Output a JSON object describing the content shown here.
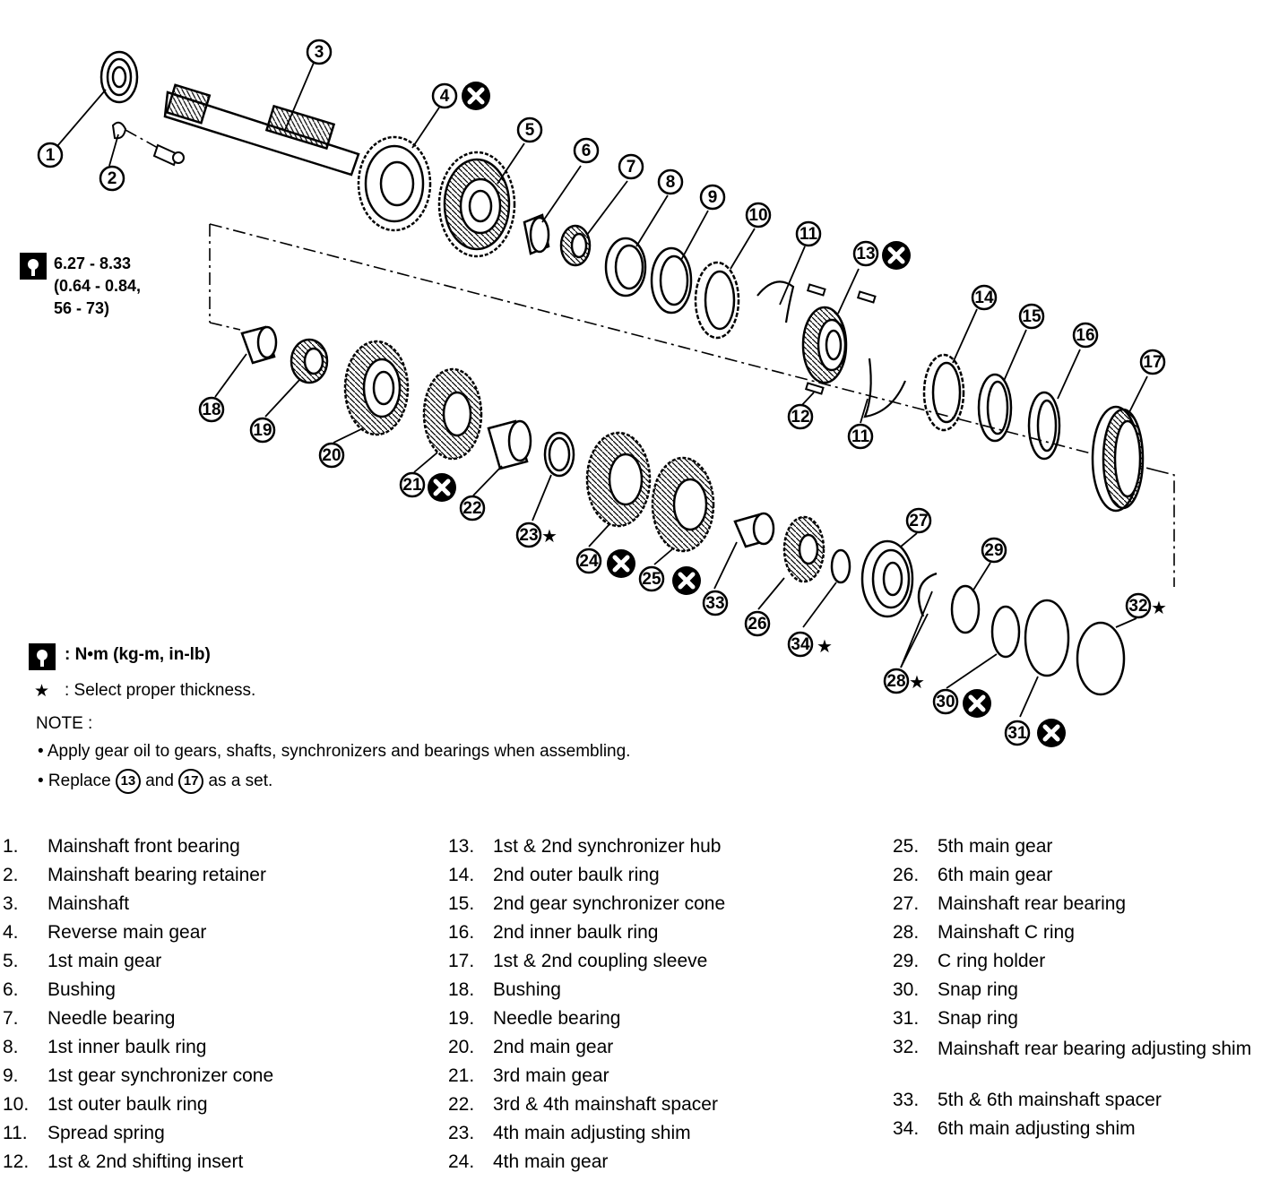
{
  "diagram": {
    "callouts": [
      "1",
      "2",
      "3",
      "4",
      "5",
      "6",
      "7",
      "8",
      "9",
      "10",
      "11",
      "11",
      "12",
      "13",
      "14",
      "15",
      "16",
      "17",
      "18",
      "19",
      "20",
      "21",
      "22",
      "23",
      "24",
      "25",
      "26",
      "27",
      "28",
      "29",
      "30",
      "31",
      "32",
      "33",
      "34"
    ]
  },
  "torque_spec": {
    "line1": "6.27 - 8.33",
    "line2": "(0.64 - 0.84,",
    "line3": "56 - 73)"
  },
  "legend": {
    "torque_units": ": N•m (kg-m, in-lb)",
    "star_symbol": "★",
    "star_text": ": Select proper thickness.",
    "note_title": "NOTE :",
    "note_1": "• Apply gear oil to gears, shafts, synchronizers and bearings when assembling.",
    "note_2_prefix": "• Replace",
    "note_2_ref_a": "13",
    "note_2_mid": "and",
    "note_2_ref_b": "17",
    "note_2_suffix": "as a set."
  },
  "parts": [
    {
      "num": "1.",
      "name": "Mainshaft front bearing"
    },
    {
      "num": "2.",
      "name": "Mainshaft bearing retainer"
    },
    {
      "num": "3.",
      "name": "Mainshaft"
    },
    {
      "num": "4.",
      "name": "Reverse main gear"
    },
    {
      "num": "5.",
      "name": "1st main gear"
    },
    {
      "num": "6.",
      "name": "Bushing"
    },
    {
      "num": "7.",
      "name": "Needle bearing"
    },
    {
      "num": "8.",
      "name": "1st inner baulk ring"
    },
    {
      "num": "9.",
      "name": "1st gear synchronizer cone"
    },
    {
      "num": "10.",
      "name": "1st outer baulk ring"
    },
    {
      "num": "11.",
      "name": "Spread spring"
    },
    {
      "num": "12.",
      "name": "1st & 2nd shifting insert"
    },
    {
      "num": "13.",
      "name": "1st & 2nd synchronizer hub"
    },
    {
      "num": "14.",
      "name": "2nd outer baulk ring"
    },
    {
      "num": "15.",
      "name": "2nd gear synchronizer cone"
    },
    {
      "num": "16.",
      "name": "2nd inner baulk ring"
    },
    {
      "num": "17.",
      "name": "1st & 2nd coupling sleeve"
    },
    {
      "num": "18.",
      "name": "Bushing"
    },
    {
      "num": "19.",
      "name": "Needle bearing"
    },
    {
      "num": "20.",
      "name": "2nd main gear"
    },
    {
      "num": "21.",
      "name": "3rd main gear"
    },
    {
      "num": "22.",
      "name": "3rd & 4th mainshaft spacer"
    },
    {
      "num": "23.",
      "name": "4th main adjusting shim"
    },
    {
      "num": "24.",
      "name": "4th main gear"
    },
    {
      "num": "25.",
      "name": "5th main gear"
    },
    {
      "num": "26.",
      "name": "6th main gear"
    },
    {
      "num": "27.",
      "name": "Mainshaft rear bearing"
    },
    {
      "num": "28.",
      "name": "Mainshaft C ring"
    },
    {
      "num": "29.",
      "name": "C ring holder"
    },
    {
      "num": "30.",
      "name": "Snap ring"
    },
    {
      "num": "31.",
      "name": "Snap ring"
    },
    {
      "num": "32.",
      "name": "Mainshaft rear bearing adjusting shim"
    },
    {
      "num": "33.",
      "name": "5th & 6th mainshaft spacer"
    },
    {
      "num": "34.",
      "name": "6th main adjusting shim"
    }
  ]
}
